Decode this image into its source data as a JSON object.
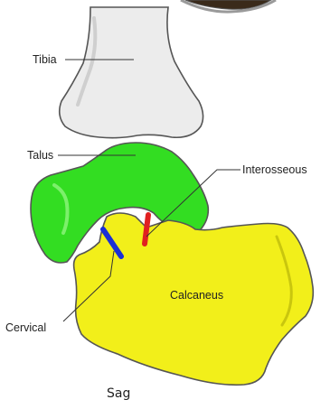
{
  "labels": {
    "tibia": "Tibia",
    "talus": "Talus",
    "interosseous": "Interosseous",
    "calcaneus": "Calcaneus",
    "cervical": "Cervical"
  },
  "caption": "Sag",
  "colors": {
    "tibia_fill": "#ececec",
    "talus_fill": "#33dd22",
    "calcaneus_fill": "#f2ef1a",
    "cervical_ligament": "#1a2fd6",
    "interosseous_ligament": "#e02020",
    "outline": "#555555"
  }
}
